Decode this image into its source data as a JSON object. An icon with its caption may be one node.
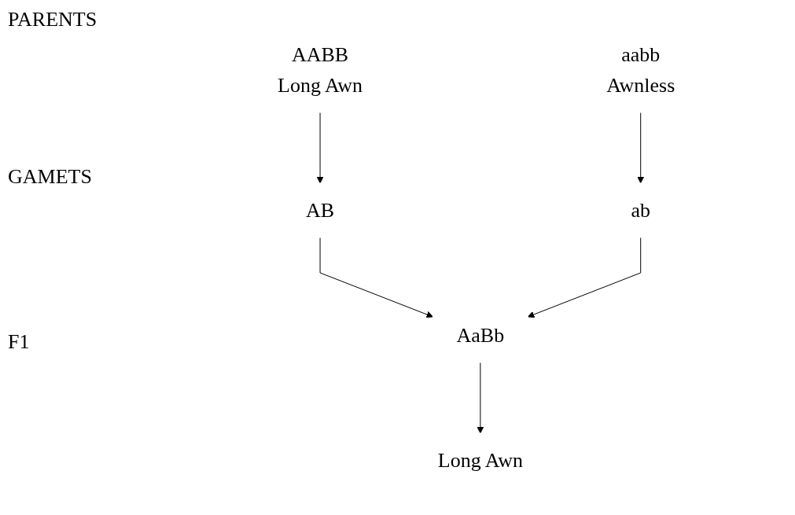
{
  "diagram": {
    "nodes": [
      {
        "text": [
          "AABB",
          "Long Awn"
        ]
      },
      {
        "text": [
          "aabb",
          "Awnless"
        ]
      },
      {
        "text": [
          "AB"
        ]
      },
      {
        "text": [
          "ab"
        ]
      },
      {
        "text": [
          "AaBb"
        ]
      },
      {
        "text": [
          "Long Awn"
        ]
      }
    ],
    "edges": [
      {
        "from": 0,
        "to": 2,
        "arrow": "to"
      },
      {
        "from": 1,
        "to": 3,
        "arrow": "to"
      },
      {
        "from": 2,
        "to": 4,
        "arrow": "to"
      },
      {
        "from": 3,
        "to": 4,
        "arrow": "to"
      },
      {
        "from": 4,
        "to": 5,
        "arrow": "to"
      }
    ],
    "labels": [
      "PARENTS",
      "GAMETS",
      "F1"
    ]
  }
}
